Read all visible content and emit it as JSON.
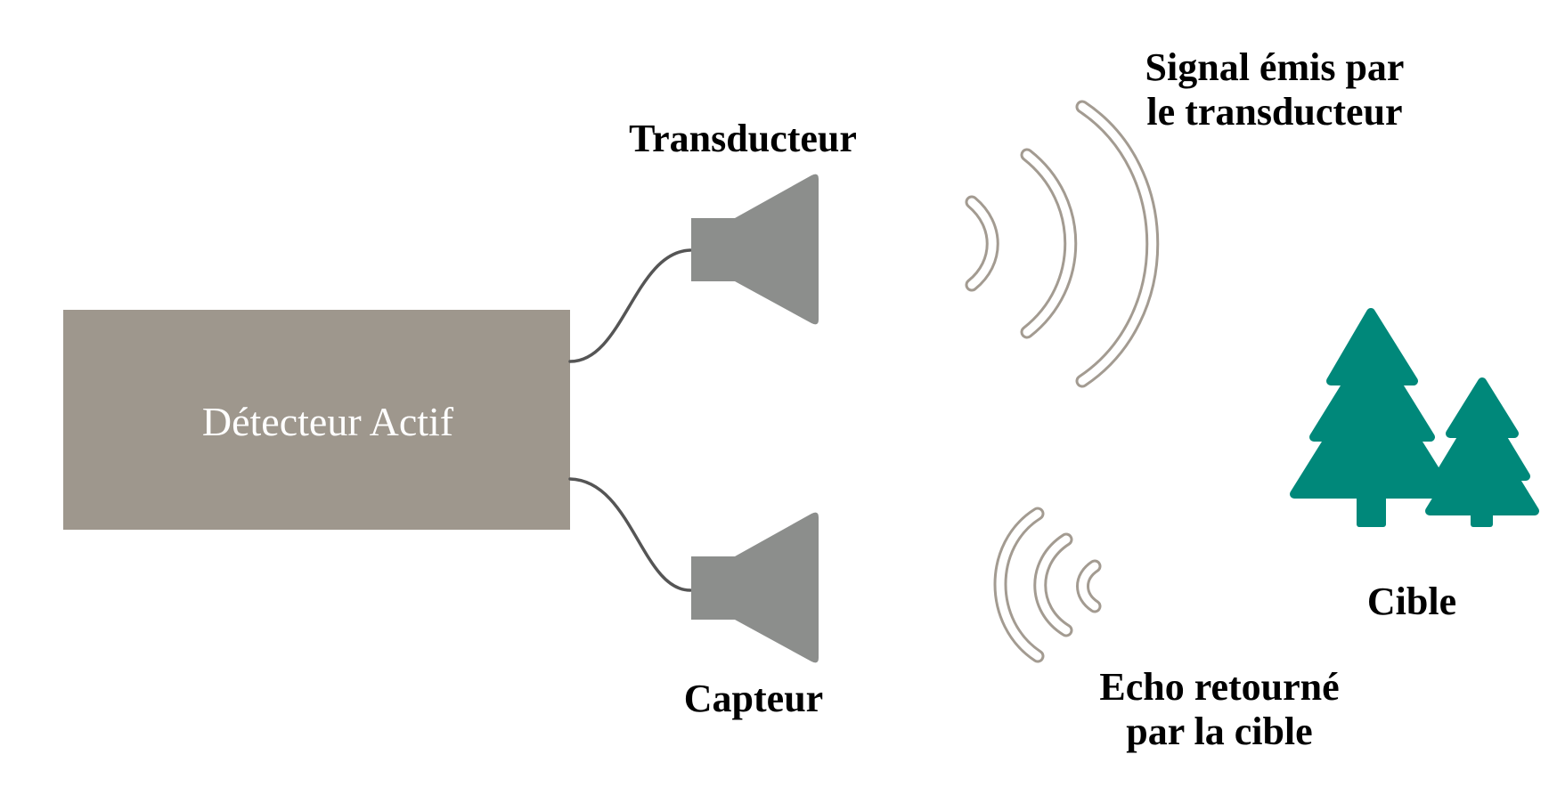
{
  "detector": {
    "label": "Détecteur Actif"
  },
  "transducer": {
    "label": "Transducteur"
  },
  "sensor": {
    "label": "Capteur"
  },
  "signal": {
    "label_line1": "Signal émis par",
    "label_line2": "le transducteur"
  },
  "echo": {
    "label_line1": "Echo retourné",
    "label_line2": "par la cible"
  },
  "target": {
    "label": "Cible"
  },
  "icons": {
    "transducer": "speaker-icon",
    "sensor": "speaker-icon",
    "target": "trees-icon"
  },
  "colors": {
    "detector_fill": "#9e978d",
    "speaker_fill": "#8c8e8c",
    "wave_stroke": "#a39b91",
    "wire_stroke": "#555555",
    "tree_fill": "#00887a",
    "label_text": "#000000",
    "detector_text": "#ffffff"
  }
}
